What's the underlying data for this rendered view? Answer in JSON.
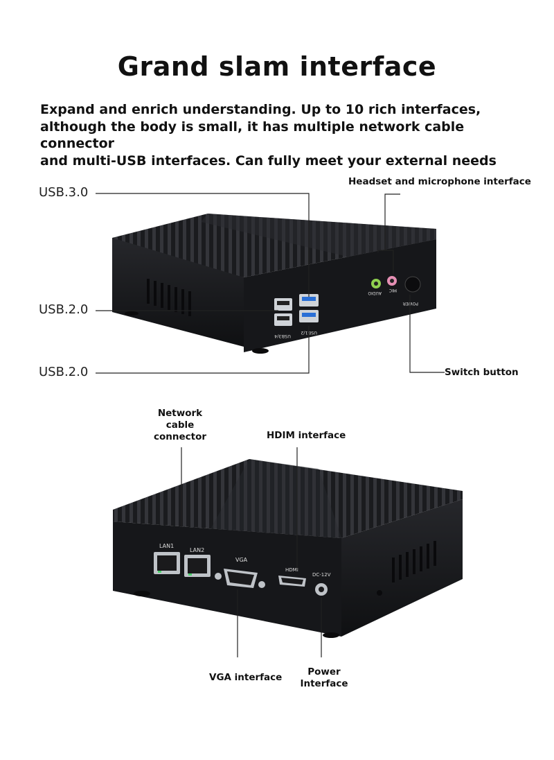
{
  "header": {
    "title": "Grand slam interface",
    "subtitle_lines": [
      "Expand and enrich understanding. Up to 10 rich interfaces,",
      "although the body is small, it has multiple network cable connector",
      "and multi-USB interfaces. Can fully meet your external needs"
    ]
  },
  "front_view": {
    "labels": {
      "usb30": "USB.3.0",
      "usb20_a": "USB.2.0",
      "usb20_b": "USB.2.0",
      "headset": "Headset and microphone interface",
      "switch": "Switch button"
    },
    "device_markings": {
      "audio": "AUDIO",
      "mic": "MIC",
      "power": "POWER",
      "usb_left": "USB3/4",
      "usb_right": "USB1/2"
    }
  },
  "rear_view": {
    "labels": {
      "network_1": "Network",
      "network_2": "cable",
      "network_3": "connector",
      "hdmi": "HDIM interface",
      "vga": "VGA interface",
      "power_1": "Power",
      "power_2": "Interface"
    },
    "device_markings": {
      "lan1": "LAN1",
      "lan2": "LAN2",
      "vga": "VGA",
      "hdmi": "HDMI",
      "dc": "DC-12V"
    }
  },
  "colors": {
    "device_body": "#1b1c20",
    "device_top": "#2a2b30",
    "usb3_blue": "#2a6fd6",
    "audio_green": "#8fd14f",
    "mic_pink": "#e58fb4",
    "lan_led": "#4fd16f"
  }
}
